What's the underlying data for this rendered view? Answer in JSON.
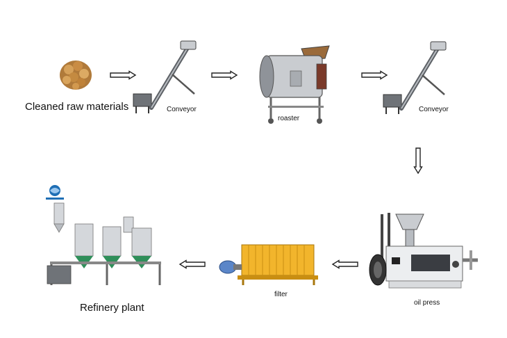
{
  "steps": {
    "raw": {
      "label": "Cleaned raw materials",
      "icon": "seeds-bowl-icon"
    },
    "conveyor1": {
      "label": "Conveyor",
      "icon": "screw-conveyor-icon"
    },
    "roaster": {
      "label": "roaster",
      "icon": "roaster-drum-icon"
    },
    "conveyor2": {
      "label": "Conveyor",
      "icon": "screw-conveyor-icon"
    },
    "oilpress": {
      "label": "oil press",
      "icon": "oil-press-icon"
    },
    "filter": {
      "label": "filter",
      "icon": "filter-press-icon"
    },
    "refinery": {
      "label": "Refinery plant",
      "icon": "refinery-plant-icon"
    }
  },
  "colors": {
    "arrow": "#222222",
    "steel": "#c9ccd0",
    "filter": "#f2b52c",
    "seeds": "#c88a3a"
  }
}
